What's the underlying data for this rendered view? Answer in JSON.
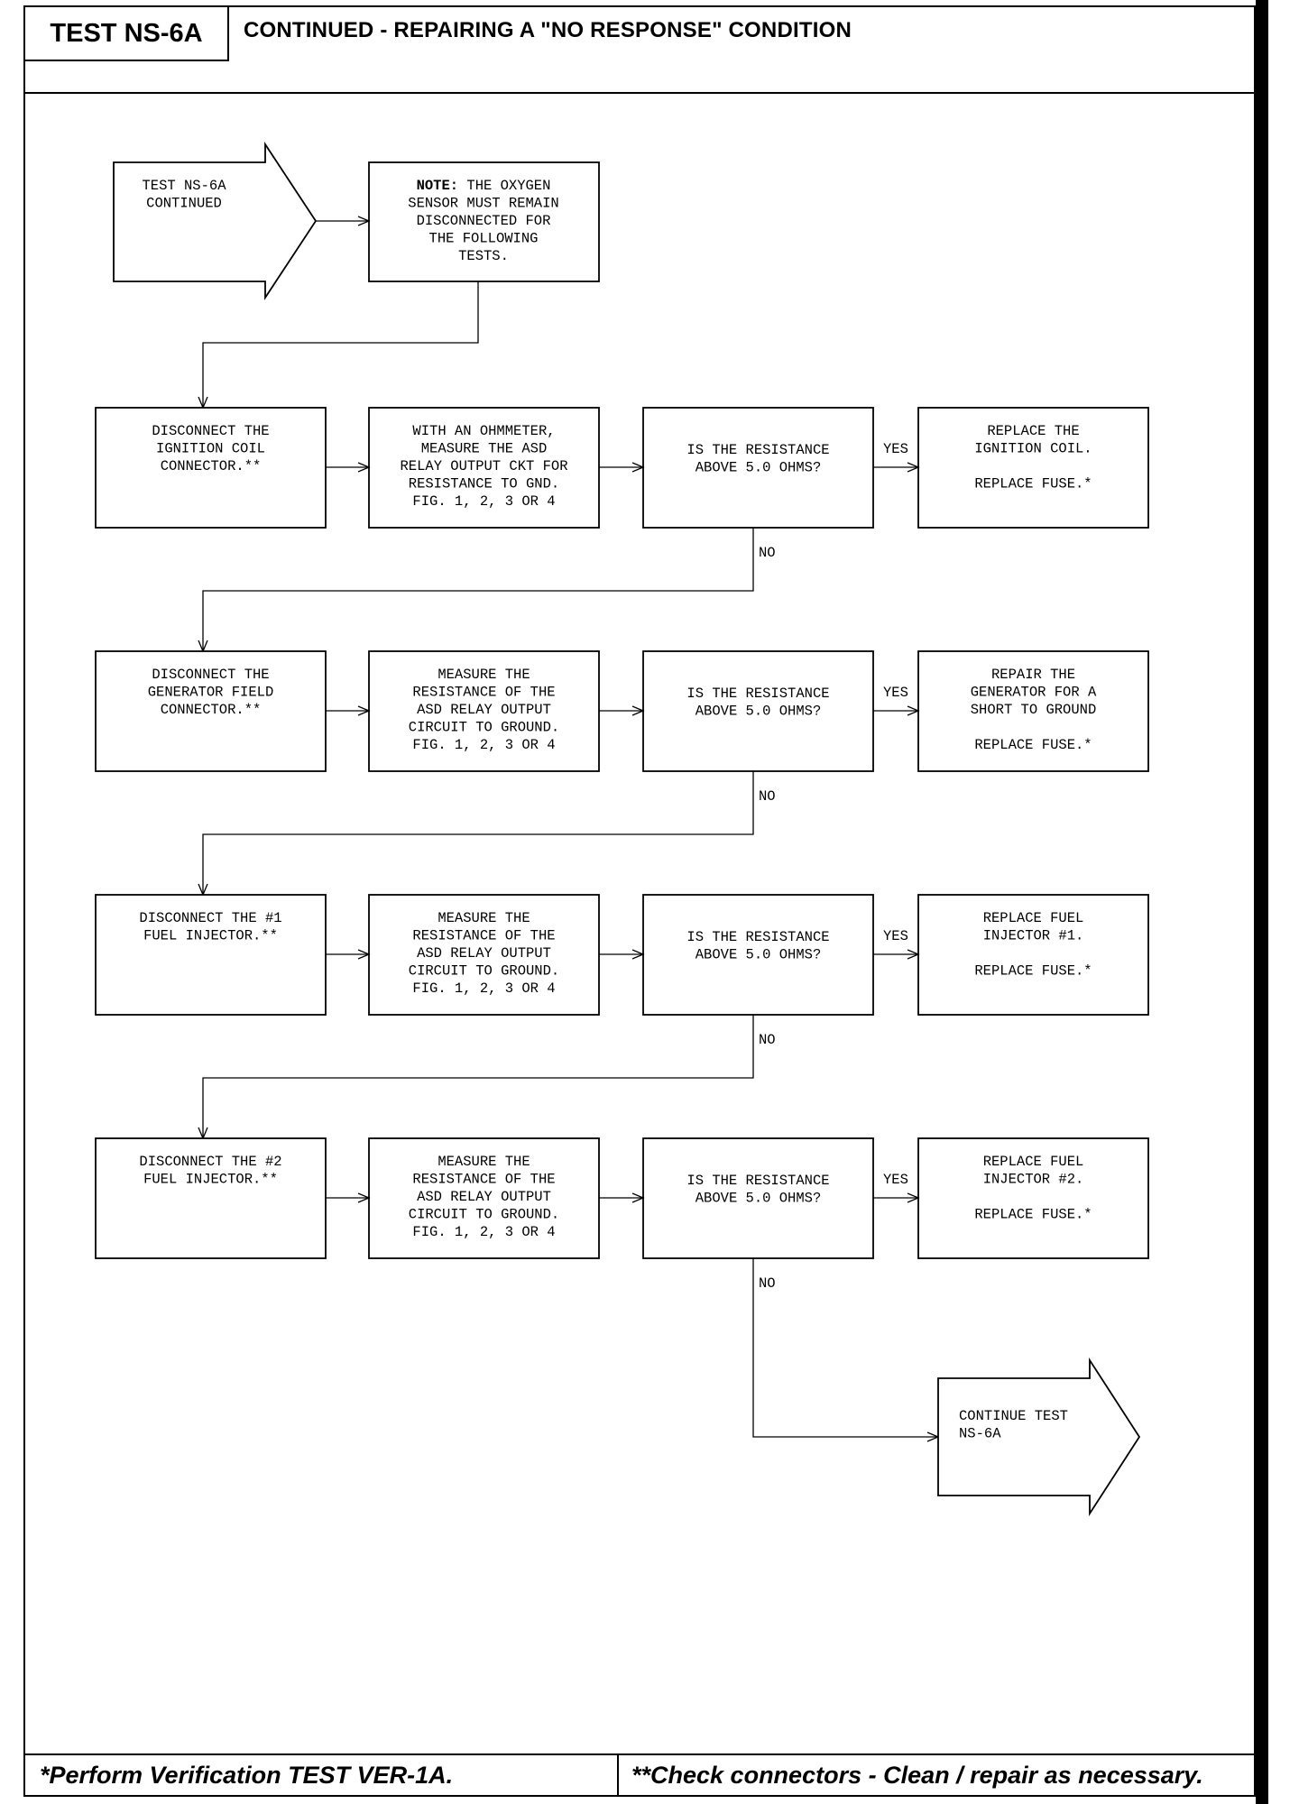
{
  "header": {
    "test_id": "TEST NS-6A",
    "title": "CONTINUED - REPAIRING A \"NO RESPONSE\" CONDITION"
  },
  "flow": {
    "start": [
      "TEST NS-6A",
      "CONTINUED"
    ],
    "note_label": "NOTE:",
    "note_lines": [
      " THE OXYGEN",
      "SENSOR MUST REMAIN",
      "DISCONNECTED FOR",
      "THE FOLLOWING",
      "TESTS."
    ],
    "rows": [
      {
        "disconnect": [
          "DISCONNECT THE",
          "IGNITION COIL",
          "CONNECTOR.**"
        ],
        "measure": [
          "WITH AN OHMMETER,",
          "MEASURE THE ASD",
          "RELAY OUTPUT CKT FOR",
          "RESISTANCE TO GND.",
          "FIG. 1, 2, 3 OR 4"
        ],
        "question": [
          "IS THE RESISTANCE",
          "ABOVE 5.0 OHMS?"
        ],
        "result": [
          "REPLACE THE",
          "IGNITION COIL.",
          "",
          "REPLACE FUSE.*"
        ]
      },
      {
        "disconnect": [
          "DISCONNECT THE",
          "GENERATOR FIELD",
          "CONNECTOR.**"
        ],
        "measure": [
          "MEASURE THE",
          "RESISTANCE OF THE",
          "ASD RELAY OUTPUT",
          "CIRCUIT TO GROUND.",
          "FIG. 1, 2, 3 OR 4"
        ],
        "question": [
          "IS THE RESISTANCE",
          "ABOVE 5.0 OHMS?"
        ],
        "result": [
          "REPAIR THE",
          "GENERATOR FOR A",
          "SHORT TO GROUND",
          "",
          "REPLACE FUSE.*"
        ]
      },
      {
        "disconnect": [
          "DISCONNECT THE #1",
          "FUEL INJECTOR.**"
        ],
        "measure": [
          "MEASURE THE",
          "RESISTANCE OF THE",
          "ASD RELAY OUTPUT",
          "CIRCUIT TO GROUND.",
          "FIG. 1, 2, 3 OR 4"
        ],
        "question": [
          "IS THE RESISTANCE",
          "ABOVE 5.0 OHMS?"
        ],
        "result": [
          "REPLACE FUEL",
          "INJECTOR #1.",
          "",
          "REPLACE FUSE.*"
        ]
      },
      {
        "disconnect": [
          "DISCONNECT THE #2",
          "FUEL INJECTOR.**"
        ],
        "measure": [
          "MEASURE THE",
          "RESISTANCE OF THE",
          "ASD RELAY OUTPUT",
          "CIRCUIT TO GROUND.",
          "FIG. 1, 2, 3 OR 4"
        ],
        "question": [
          "IS THE RESISTANCE",
          "ABOVE 5.0 OHMS?"
        ],
        "result": [
          "REPLACE FUEL",
          "INJECTOR #2.",
          "",
          "REPLACE FUSE.*"
        ]
      }
    ],
    "yes_label": "YES",
    "no_label": "NO",
    "end": [
      "CONTINUE TEST",
      "NS-6A"
    ]
  },
  "footer": {
    "left": "*Perform Verification TEST VER-1A.",
    "right": "**Check connectors - Clean / repair as necessary."
  }
}
